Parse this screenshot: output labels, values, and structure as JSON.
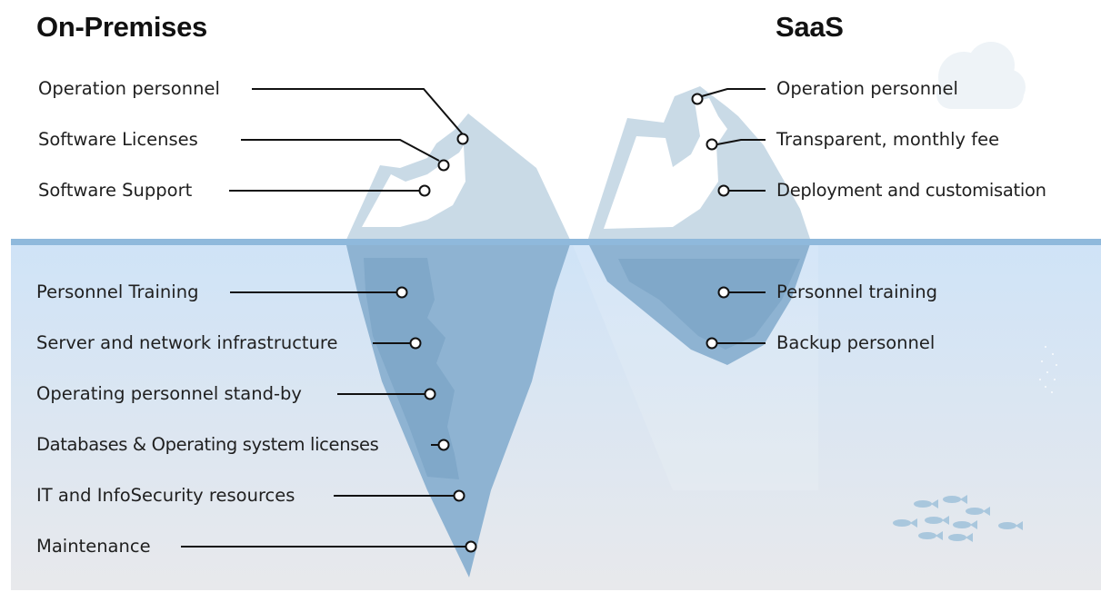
{
  "headings": {
    "left": "On-Premises",
    "right": "SaaS"
  },
  "on_premises": {
    "above_water": [
      "Operation personnel",
      "Software Licenses",
      "Software Support"
    ],
    "below_water": [
      "Personnel Training",
      "Server and network infrastructure",
      "Operating personnel stand-by",
      "Databases & Operating system licenses",
      "IT and InfoSecurity resources",
      "Maintenance"
    ]
  },
  "saas": {
    "above_water": [
      "Operation personnel",
      "Transparent, monthly fee",
      "Deployment and customisation"
    ],
    "below_water": [
      "Personnel training",
      "Backup personnel"
    ]
  },
  "colors": {
    "sky": "#ffffff",
    "waterline": "#8fb9dc",
    "water_top": "#cfe3f7",
    "water_bottom": "#e8e9ec",
    "ice_above": "#c9dae6",
    "ice_above_edge": "#b5cddd",
    "ice_below": "#8eb3d2",
    "ice_below_dark": "#7ea6c8",
    "cloud": "#eef3f7",
    "fish": "#a9c7dd",
    "text": "#1f1f1f"
  },
  "icons": [
    "cloud-icon",
    "fish-school-icon",
    "bubbles-icon"
  ]
}
